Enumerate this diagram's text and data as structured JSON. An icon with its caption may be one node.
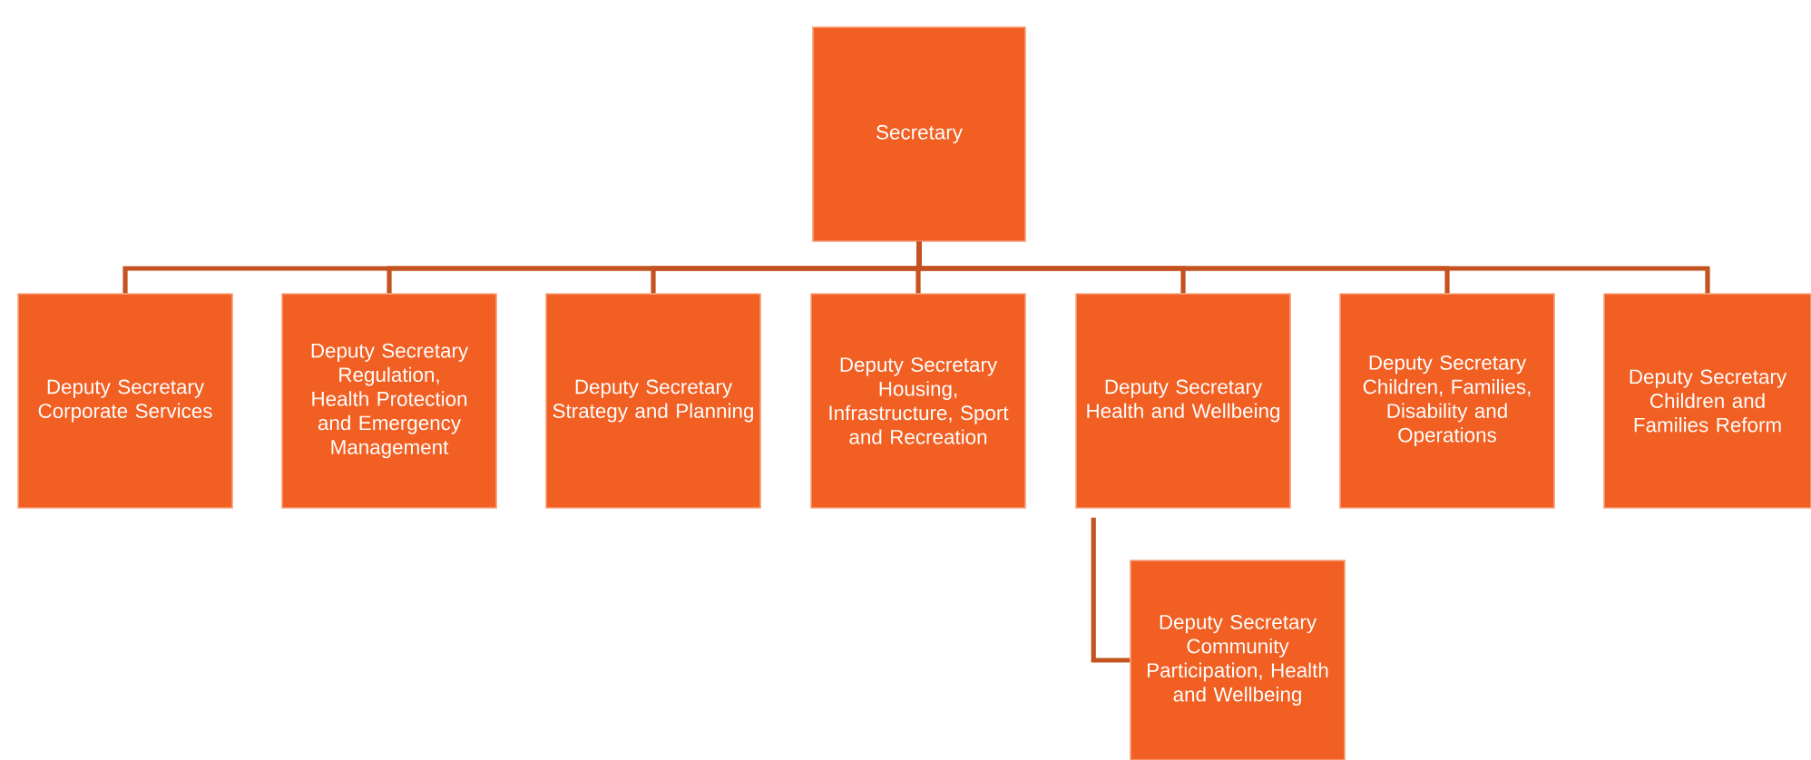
{
  "diagram": {
    "nodes": [
      {
        "text": [
          "Secretary"
        ]
      },
      {
        "text": [
          "Deputy Secretary Corporate Services"
        ]
      },
      {
        "text": [
          "Deputy Secretary Regulation, Health Protection and Emergency Management"
        ]
      },
      {
        "text": [
          "Deputy Secretary Strategy and Planning"
        ]
      },
      {
        "text": [
          "Deputy Secretary Housing, Infrastructure, Sport and Recreation"
        ]
      },
      {
        "text": [
          "Deputy Secretary Health and Wellbeing"
        ]
      },
      {
        "text": [
          "Deputy Secretary Children, Families, Disability and Operations"
        ]
      },
      {
        "text": [
          "Deputy Secretary Children and Families Reform"
        ]
      },
      {
        "text": [
          "Deputy Secretary Community Participation, Health and Wellbeing"
        ]
      }
    ],
    "edges": [
      {
        "from": 0,
        "to": 1,
        "arrow": "none"
      },
      {
        "from": 0,
        "to": 2,
        "arrow": "none"
      },
      {
        "from": 0,
        "to": 3,
        "arrow": "none"
      },
      {
        "from": 0,
        "to": 4,
        "arrow": "none"
      },
      {
        "from": 0,
        "to": 5,
        "arrow": "none"
      },
      {
        "from": 0,
        "to": 6,
        "arrow": "none"
      },
      {
        "from": 0,
        "to": 7,
        "arrow": "none"
      },
      {
        "from": 5,
        "to": 8,
        "arrow": "none"
      }
    ]
  }
}
